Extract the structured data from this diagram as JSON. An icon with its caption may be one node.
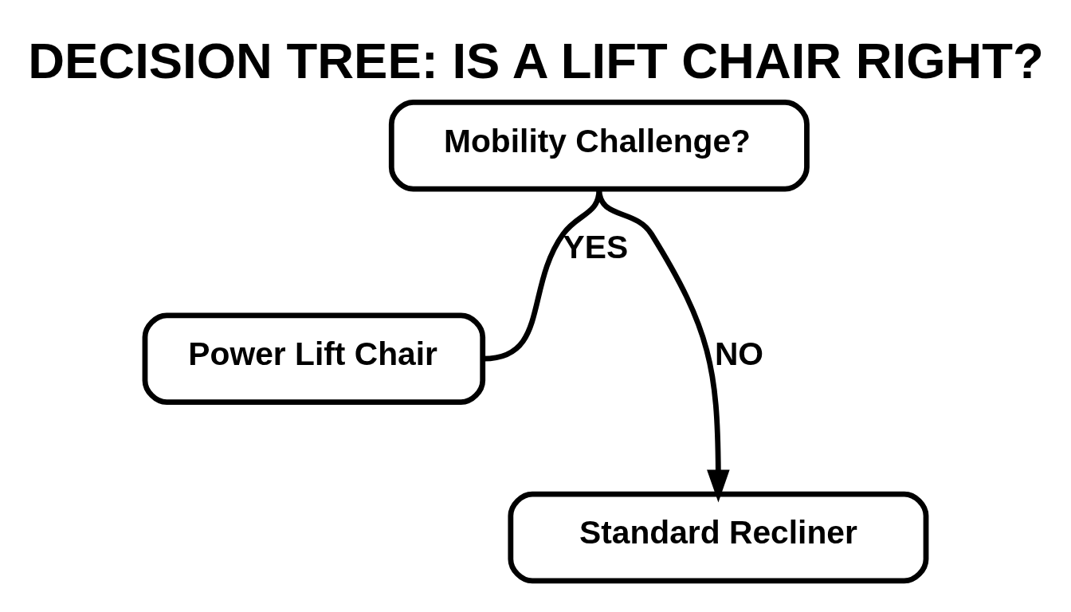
{
  "diagram": {
    "title": "DECISION TREE: IS A LIFT CHAIR RIGHT?",
    "nodes": [
      {
        "text": [
          "Mobility Challenge?"
        ]
      },
      {
        "text": [
          "Power Lift Chair"
        ]
      },
      {
        "text": [
          "Standard Recliner"
        ]
      }
    ],
    "edges": [
      {
        "from": 0,
        "to": 1,
        "arrow": "none",
        "label": "YES"
      },
      {
        "from": 0,
        "to": 2,
        "arrow": "to",
        "label": "NO"
      }
    ]
  }
}
